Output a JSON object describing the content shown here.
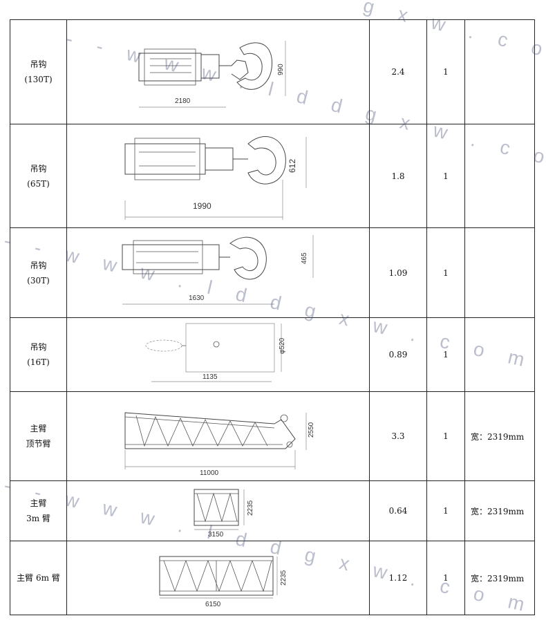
{
  "rows": [
    {
      "name_line1": "吊钩",
      "name_line2": "(130T)",
      "dim_width": "2180",
      "dim_height": "990",
      "weight": "2.4",
      "qty": "1",
      "note": ""
    },
    {
      "name_line1": "吊钩",
      "name_line2": "(65T)",
      "dim_width": "1990",
      "dim_height": "612",
      "weight": "1.8",
      "qty": "1",
      "note": ""
    },
    {
      "name_line1": "吊钩",
      "name_line2": "(30T)",
      "dim_width": "1630",
      "dim_height": "465",
      "weight": "1.09",
      "qty": "1",
      "note": ""
    },
    {
      "name_line1": "吊钩",
      "name_line2": "(16T)",
      "dim_width": "1135",
      "dim_height": "φ520",
      "weight": "0.89",
      "qty": "1",
      "note": ""
    },
    {
      "name_line1": "主臂",
      "name_line2": "顶节臂",
      "dim_width": "11000",
      "dim_height": "2550",
      "weight": "3.3",
      "qty": "1",
      "note": "宽：2319mm"
    },
    {
      "name_line1": "主臂",
      "name_line2": "3m 臂",
      "dim_width": "3150",
      "dim_height": "2235",
      "weight": "0.64",
      "qty": "1",
      "note": "宽：2319mm"
    },
    {
      "name_line1": "主臂 6m 臂",
      "name_line2": "",
      "dim_width": "6150",
      "dim_height": "2235",
      "weight": "1.12",
      "qty": "1",
      "note": "宽：2319mm"
    }
  ],
  "watermark": {
    "text_1": "- - w w w . l d d g x w . c o m - -",
    "text_2": "- - w w w . l d d g x w . c o m - - -",
    "text_3": "- - w w w . l d d g x w . c o m",
    "text_4": "g x w . c o m"
  }
}
